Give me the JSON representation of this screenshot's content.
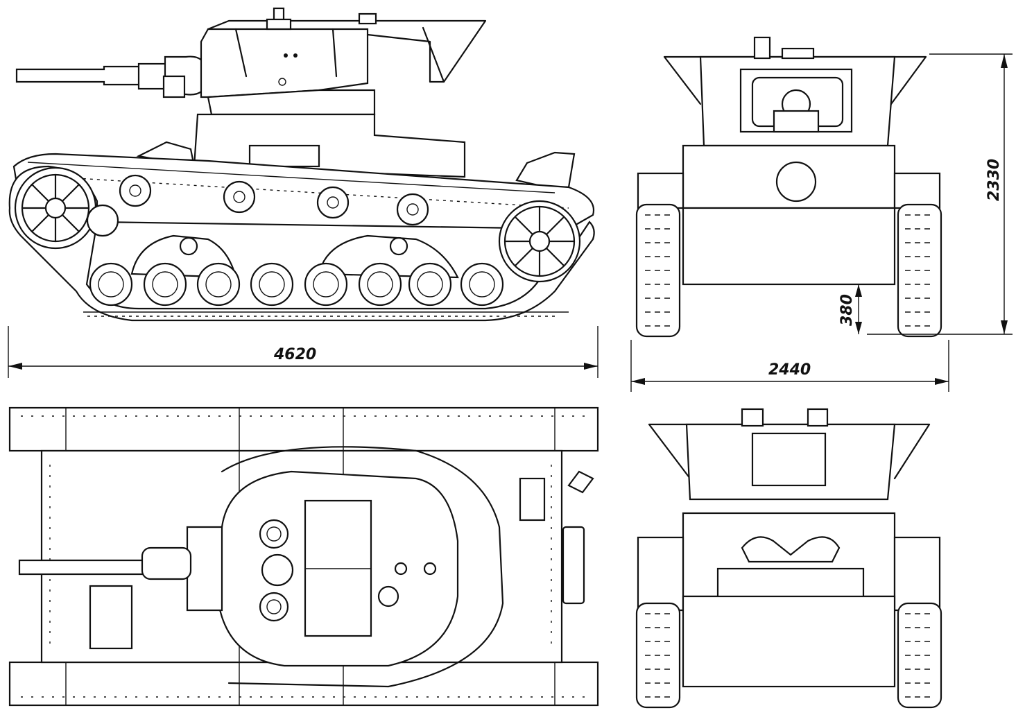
{
  "dimensions": {
    "length": "4620",
    "width": "2440",
    "height": "2330",
    "ground_clearance": "380"
  },
  "views": {
    "side": "side-view",
    "front": "front-view",
    "top": "top-view",
    "rear": "rear-view"
  }
}
